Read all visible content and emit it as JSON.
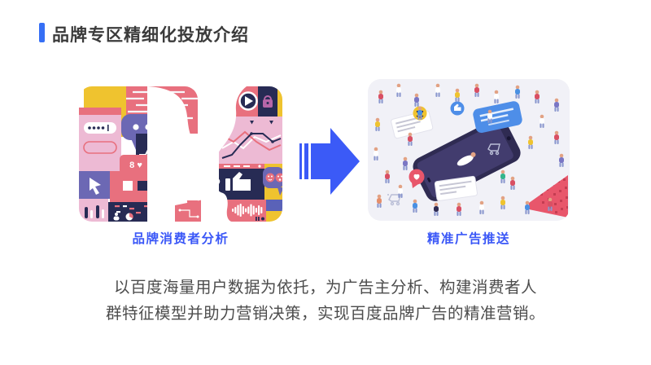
{
  "slide": {
    "title": "品牌专区精细化投放介绍",
    "body_line1": "以百度海量用户数据为依托，为广告主分析、构建消费者人",
    "body_line2": "群特征模型并助力营销决策，实现百度品牌广告的精准营销。"
  },
  "figures": {
    "left_caption": "品牌消费者分析",
    "right_caption": "精准广告推送",
    "like_badge": "8 ♥"
  },
  "palette": {
    "accent_blue": "#366FF5",
    "caption_blue": "#3A57F7",
    "arrow_blue": "#3B5AF7",
    "title_text": "#3B3B3B",
    "body_text": "#4C4C4C",
    "collage_yellow": "#EFC32F",
    "collage_salmon": "#E8707E",
    "collage_pink": "#EDBAD4",
    "collage_navy": "#272B54",
    "collage_purple": "#6C68B4",
    "scene_background": "#F1F1F7"
  }
}
